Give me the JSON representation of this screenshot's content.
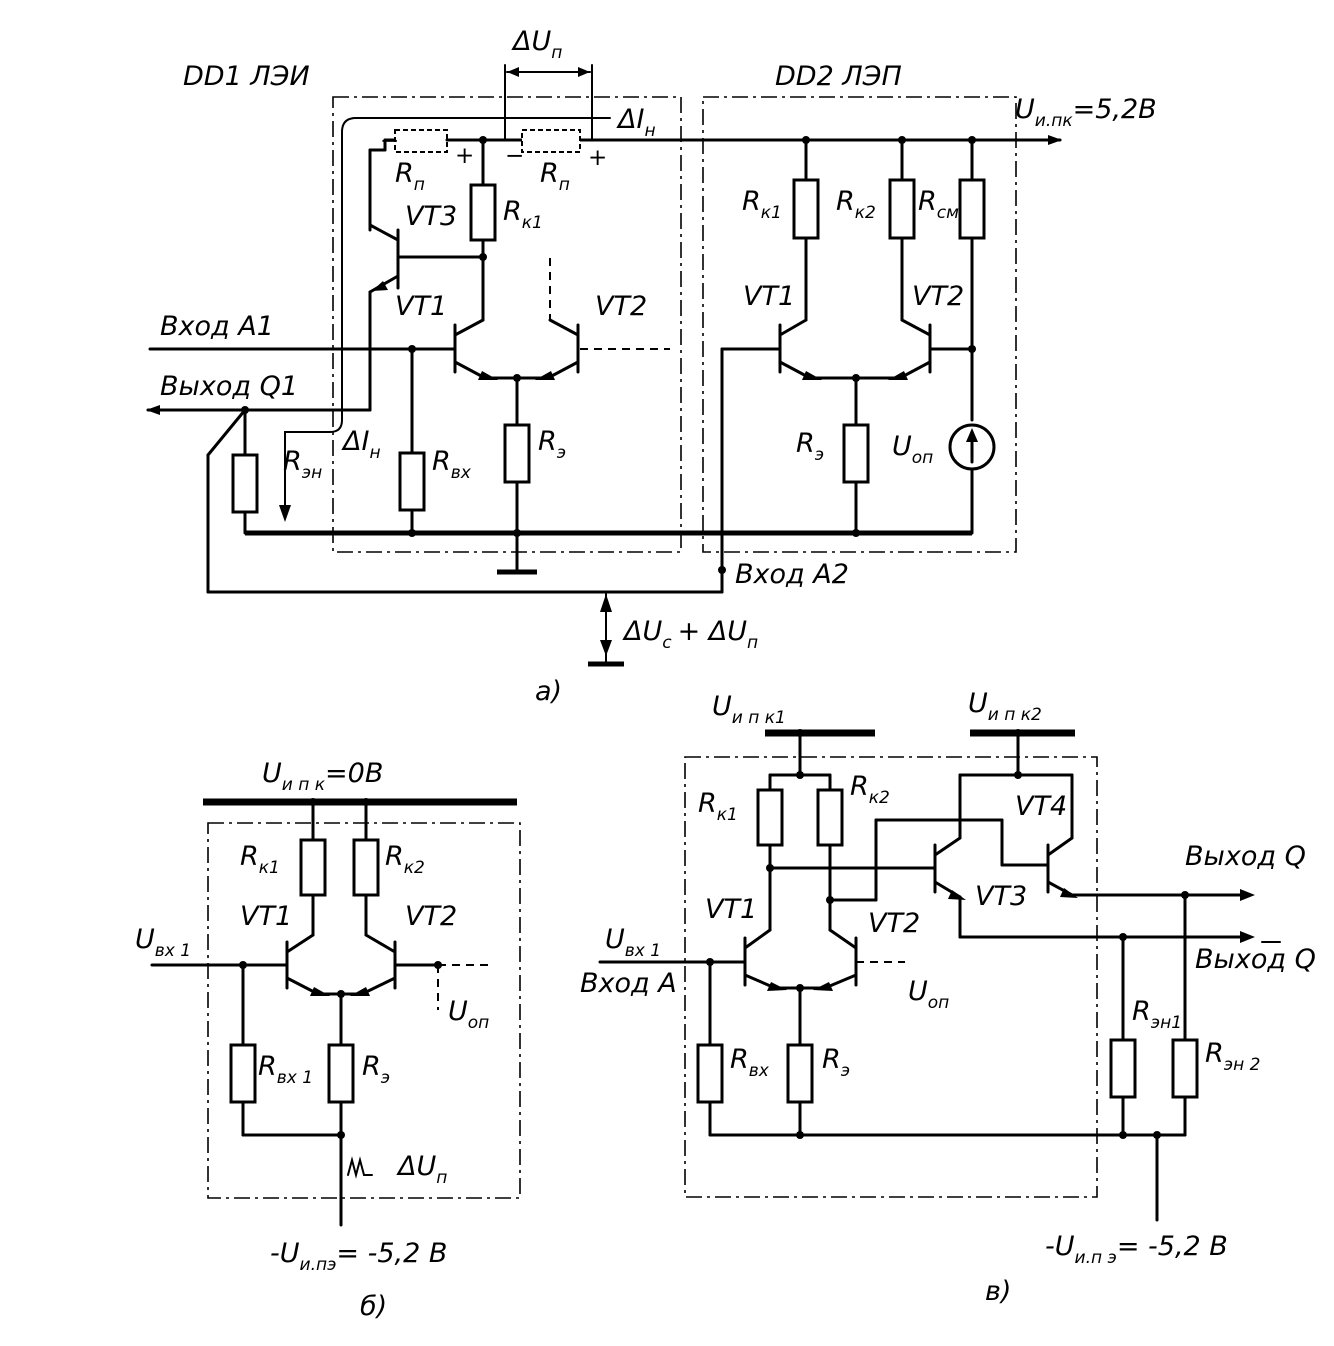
{
  "fig_a": {
    "dd1": "DD1 ЛЭИ",
    "dd2": "DD2 ЛЭП",
    "delta_up": "ΔU",
    "delta_up_sub": "п",
    "delta_in": "ΔI",
    "delta_in_sub": "н",
    "delta_in2": "ΔI",
    "delta_in2_sub": "н",
    "supply": "U",
    "supply_sub": "и.пк",
    "supply_val": "=5,2В",
    "rp1": "R",
    "rp1_sub": "п",
    "rp2": "R",
    "rp2_sub": "п",
    "vt3": "VT3",
    "rk1": "R",
    "rk1_sub": "к1",
    "vt1": "VT1",
    "vt2": "VT2",
    "input_a1": "Вход  А1",
    "output_q1": "Выход  Q1",
    "ren": "R",
    "ren_sub": "эн",
    "rvx": "R",
    "rvx_sub": "вх",
    "re": "R",
    "re_sub": "э",
    "dd2_rk1": "R",
    "dd2_rk1_sub": "к1",
    "dd2_rk2": "R",
    "dd2_rk2_sub": "к2",
    "dd2_rcm": "R",
    "dd2_rcm_sub": "см",
    "dd2_vt1": "VT1",
    "dd2_vt2": "VT2",
    "dd2_re": "R",
    "dd2_re_sub": "э",
    "uop": "U",
    "uop_sub": "оп",
    "input_a2": "Вход  А2",
    "delta_uc": "ΔU",
    "delta_uc_sub": "с",
    "plus": "+ ΔU",
    "plus_sub": "п",
    "caption": "а)"
  },
  "fig_b": {
    "supply": "U",
    "supply_sub": "и п к",
    "supply_val": "=0В",
    "rk1": "R",
    "rk1_sub": "к1",
    "rk2": "R",
    "rk2_sub": "к2",
    "vt1": "VT1",
    "vt2": "VT2",
    "uin": "U",
    "uin_sub": "вх 1",
    "uop": "U",
    "uop_sub": "оп",
    "rvx1": "R",
    "rvx1_sub": "вх 1",
    "re": "R",
    "re_sub": "э",
    "delta": "ΔU",
    "delta_sub": "п",
    "supply2": "-U",
    "supply2_sub": "и.пэ",
    "supply2_val": "= -5,2 В",
    "caption": "б)"
  },
  "fig_c": {
    "supply1": "U",
    "supply1_sub": "и п к1",
    "supply2": "U",
    "supply2_sub": "и п к2",
    "rk1": "R",
    "rk1_sub": "к1",
    "rk2": "R",
    "rk2_sub": "к2",
    "vt4": "VT4",
    "out_q": "Выход Q",
    "vt3": "VT3",
    "vt1": "VT1",
    "vt2": "VT2",
    "out_qbar": "Выход Q",
    "uin": "U",
    "uin_sub": "вх 1",
    "input_a": "Вход А",
    "uop": "U",
    "uop_sub": "оп",
    "ren1": "R",
    "ren1_sub": "эн1",
    "ren2": "R",
    "ren2_sub": "эн 2",
    "rvx": "R",
    "rvx_sub": "вх",
    "re": "R",
    "re_sub": "э",
    "supply3": "-U",
    "supply3_sub": "и.п э",
    "supply3_val": "= -5,2 В",
    "caption": "в)"
  }
}
